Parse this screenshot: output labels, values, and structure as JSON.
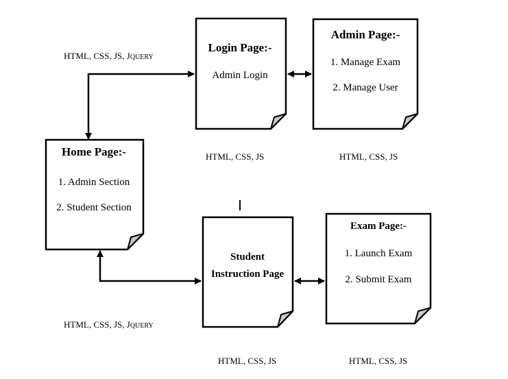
{
  "nodes": {
    "home": {
      "title": "Home Page:-",
      "items": [
        "1. Admin Section",
        "2. Student Section"
      ]
    },
    "login": {
      "title": "Login Page:-",
      "items": [
        "Admin Login"
      ]
    },
    "admin": {
      "title": "Admin Page:-",
      "items": [
        "1. Manage Exam",
        "2. Manage User"
      ]
    },
    "student_instruction": {
      "title_line1": "Student",
      "title_line2": "Instruction Page"
    },
    "exam": {
      "title": "Exam Page:-",
      "items": [
        "1. Launch Exam",
        "2. Submit Exam"
      ]
    }
  },
  "tech_labels": {
    "home_login_edge": {
      "main": "HTML, CSS, JS, J",
      "smallcaps": "QUERY"
    },
    "login": "HTML, CSS, JS",
    "admin": "HTML, CSS, JS",
    "home_student_edge": {
      "main": "HTML, CSS, JS, J",
      "smallcaps": "QUERY"
    },
    "student_instruction": "HTML, CSS, JS",
    "exam": "HTML, CSS, JS"
  },
  "edges": [
    {
      "from": "home",
      "to": "login",
      "arrows": "both"
    },
    {
      "from": "login",
      "to": "admin",
      "arrows": "both"
    },
    {
      "from": "home",
      "to": "student_instruction",
      "arrows": "both"
    },
    {
      "from": "student_instruction",
      "to": "exam",
      "arrows": "both"
    }
  ]
}
